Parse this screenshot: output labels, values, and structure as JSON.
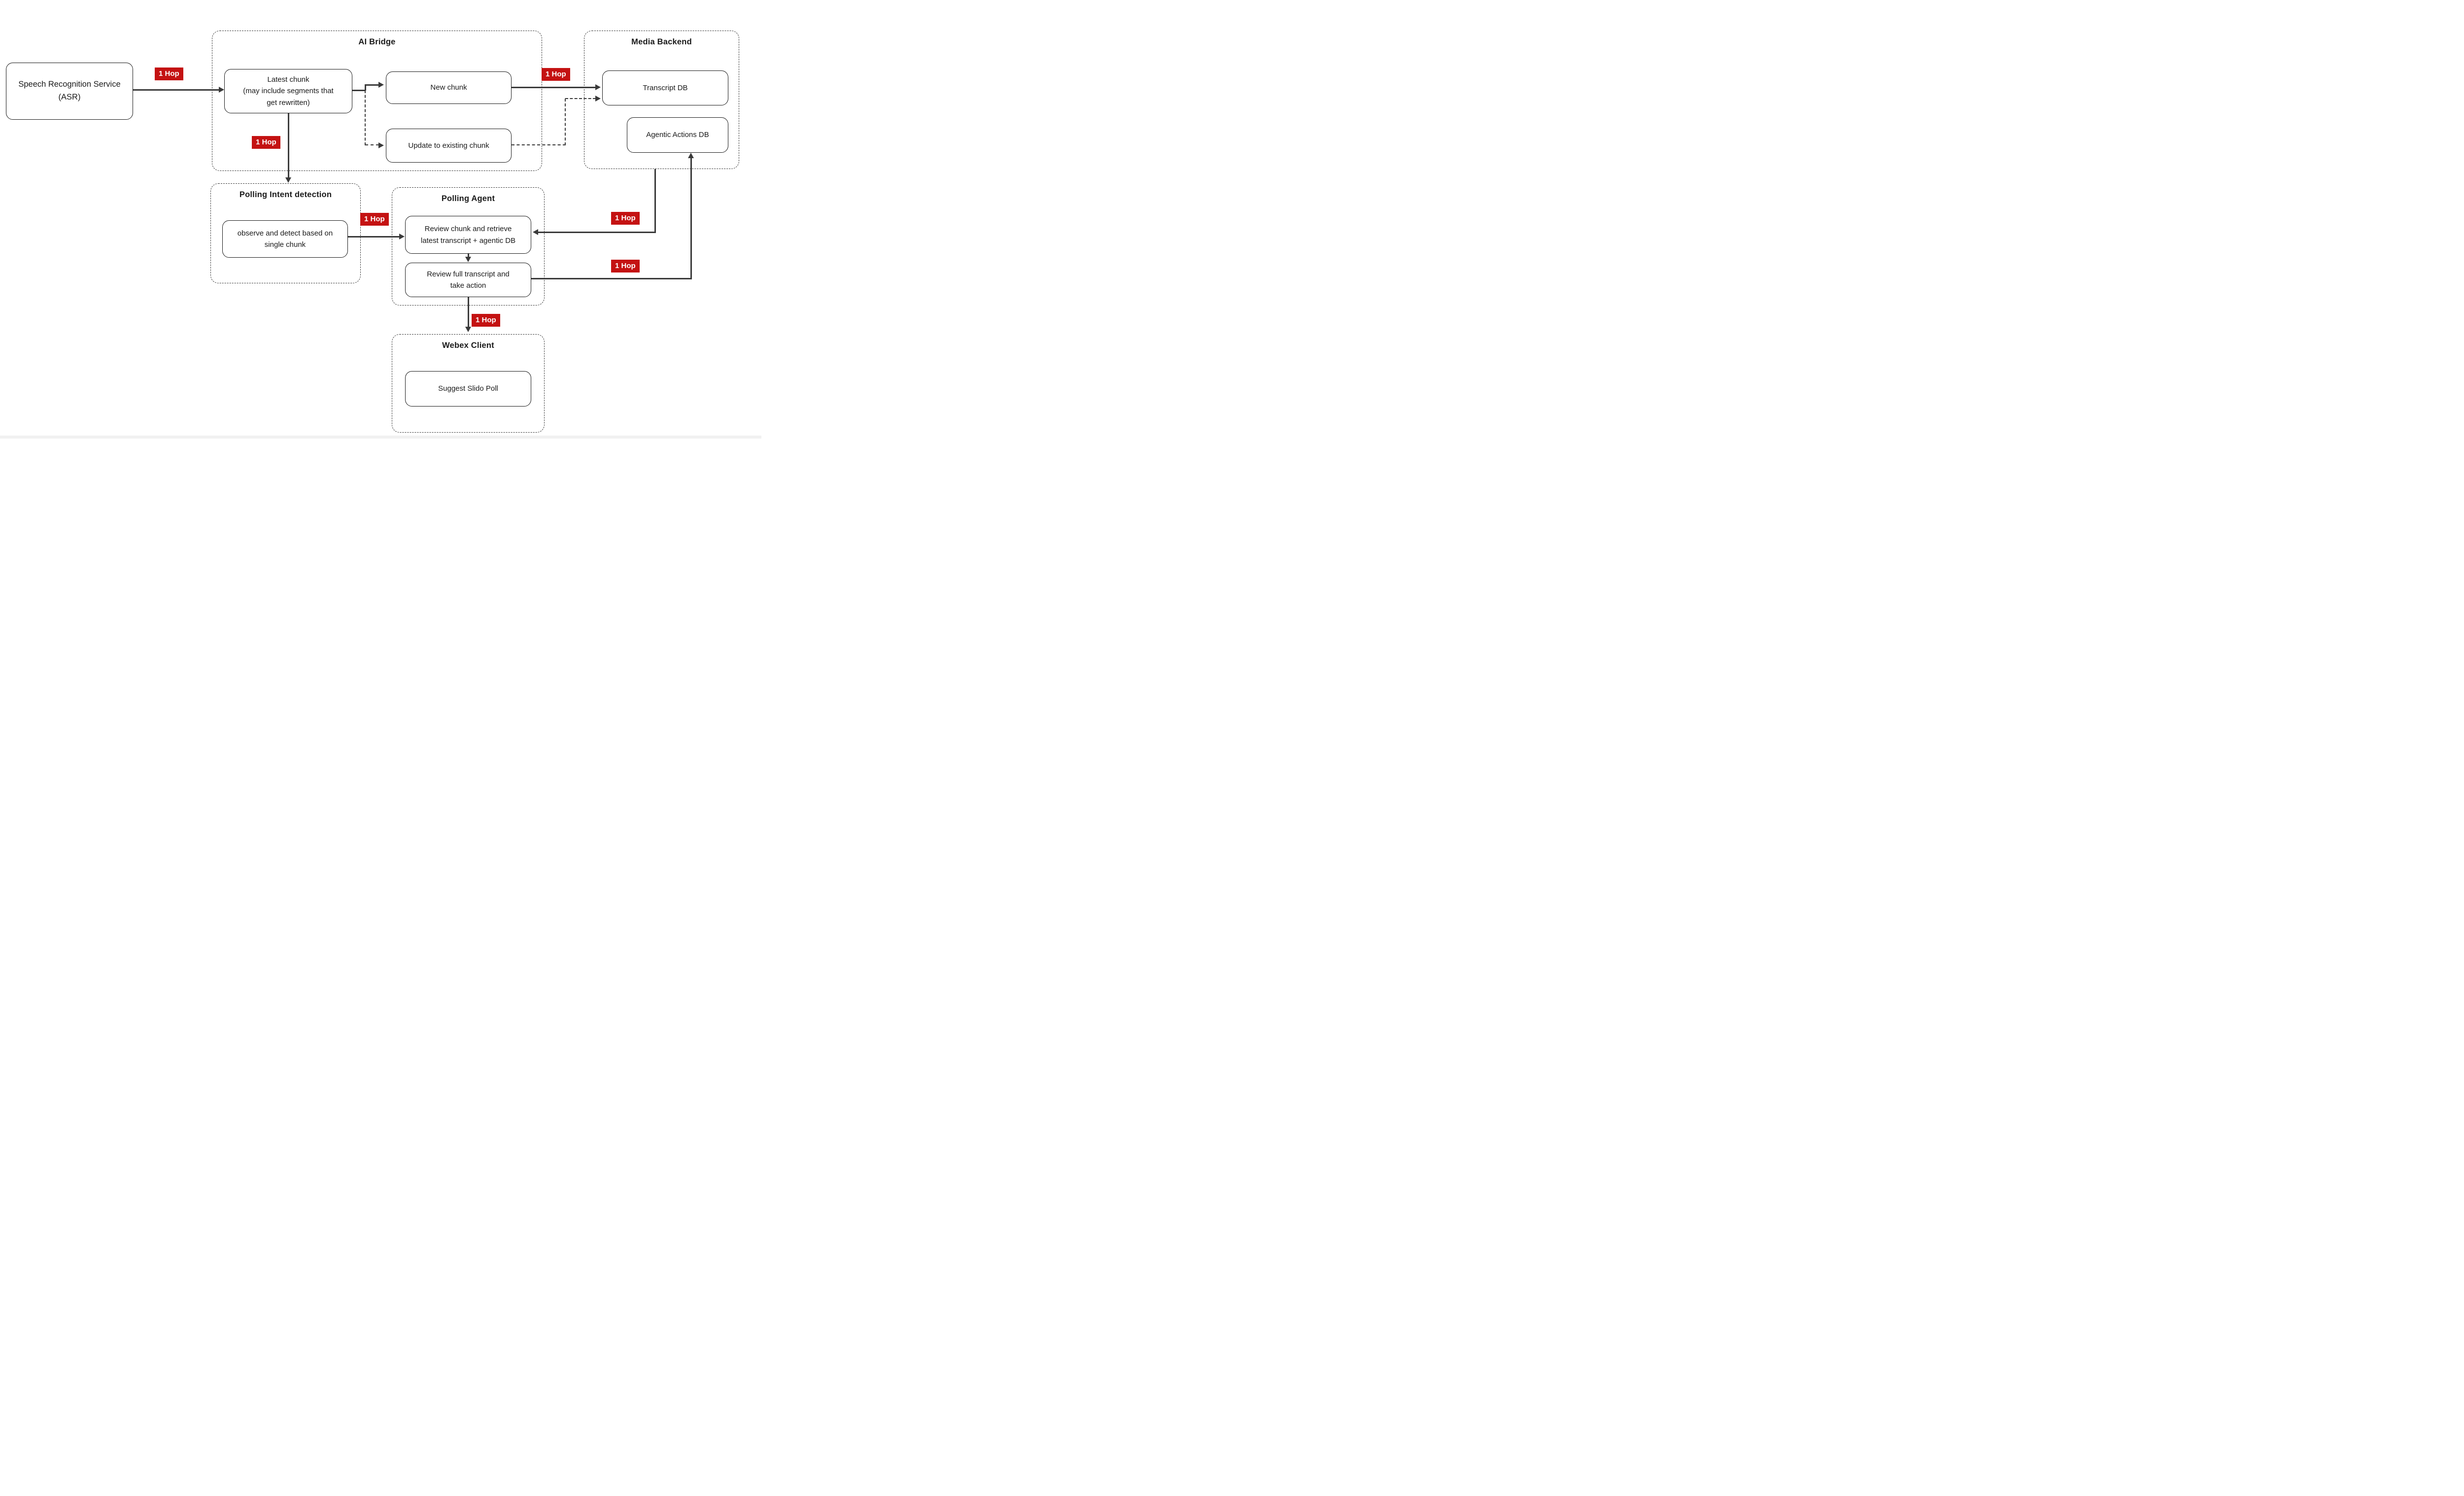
{
  "diagram": {
    "groups": {
      "ai_bridge": {
        "title": "AI Bridge"
      },
      "media_backend": {
        "title": "Media Backend"
      },
      "polling_intent": {
        "title": "Polling Intent detection"
      },
      "polling_agent": {
        "title": "Polling Agent"
      },
      "webex_client": {
        "title": "Webex Client"
      }
    },
    "nodes": {
      "asr": {
        "label": "Speech Recognition Service\n(ASR)"
      },
      "latest_chunk": {
        "label": "Latest chunk\n(may include segments that\nget rewritten)"
      },
      "new_chunk": {
        "label": "New chunk"
      },
      "update_chunk": {
        "label": "Update to existing chunk"
      },
      "transcript_db": {
        "label": "Transcript DB"
      },
      "agentic_db": {
        "label": "Agentic Actions DB"
      },
      "observe_detect": {
        "label": "observe and detect based on\nsingle chunk"
      },
      "review_chunk": {
        "label": "Review chunk and retrieve\nlatest transcript + agentic DB"
      },
      "review_full": {
        "label": "Review full transcript and\ntake action"
      },
      "suggest_poll": {
        "label": "Suggest Slido Poll"
      }
    },
    "edges": [
      {
        "from": "asr",
        "to": "latest_chunk",
        "style": "solid",
        "label": "1 Hop"
      },
      {
        "from": "latest_chunk",
        "to": "new_chunk",
        "style": "solid",
        "label": ""
      },
      {
        "from": "latest_chunk",
        "to": "update_chunk",
        "style": "dashed",
        "label": ""
      },
      {
        "from": "new_chunk",
        "to": "transcript_db",
        "style": "solid",
        "label": "1 Hop"
      },
      {
        "from": "update_chunk",
        "to": "transcript_db",
        "style": "dashed",
        "label": ""
      },
      {
        "from": "latest_chunk",
        "to": "polling_intent",
        "style": "solid",
        "label": "1 Hop"
      },
      {
        "from": "observe_detect",
        "to": "review_chunk",
        "style": "solid",
        "label": "1 Hop"
      },
      {
        "from": "media_backend",
        "to": "review_chunk",
        "style": "solid",
        "label": "1 Hop"
      },
      {
        "from": "review_chunk",
        "to": "review_full",
        "style": "solid",
        "label": ""
      },
      {
        "from": "review_full",
        "to": "agentic_db",
        "style": "solid",
        "label": "1 Hop"
      },
      {
        "from": "review_full",
        "to": "webex_client",
        "style": "solid",
        "label": "1 Hop"
      }
    ],
    "colors": {
      "badge_red": "#c41212",
      "badge_text": "#ffffff",
      "line": "#3a3a3a",
      "node_border": "#1c1c1c",
      "group_border": "#3a3a3a",
      "background": "#ffffff",
      "bottom_strip": "#f1f1f1"
    }
  }
}
